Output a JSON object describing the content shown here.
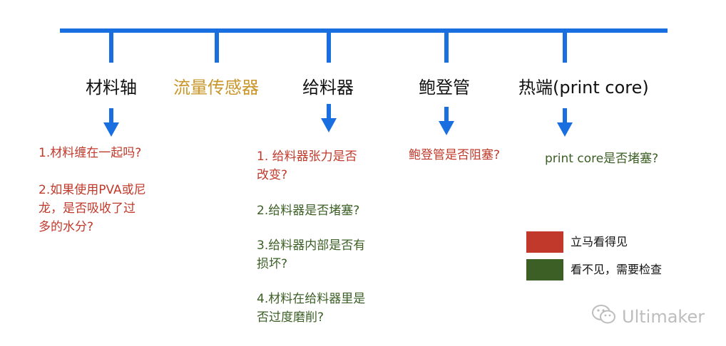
{
  "colors": {
    "line": "#1a6fe0",
    "highlight": "#c9962a",
    "visible": "#c0392b",
    "inspect": "#3b5f24"
  },
  "categories": [
    {
      "label": "材料轴"
    },
    {
      "label": "流量传感器"
    },
    {
      "label": "给料器"
    },
    {
      "label": "鲍登管"
    },
    {
      "label": "热端(print core)"
    }
  ],
  "questions": {
    "spool": [
      "1.材料缠在一起吗?",
      "2.如果使用PVA或尼\n龙，是否吸收了过\n多的水分?"
    ],
    "feeder": [
      "1. 给料器张力是否\n改变?",
      "2.给料器是否堵塞?",
      "3.给料器内部是否有\n损坏?",
      "4.材料在给料器里是\n否过度磨削?"
    ],
    "bowden": [
      "鲍登管是否阻塞?"
    ],
    "printcore": [
      "print core是否堵塞?"
    ]
  },
  "legend": [
    {
      "label": "立马看得见",
      "color": "#c0392b"
    },
    {
      "label": "看不见，需要检查",
      "color": "#3b5f24"
    }
  ],
  "watermark": {
    "text": "Ultimaker",
    "icon": "wechat-icon"
  }
}
